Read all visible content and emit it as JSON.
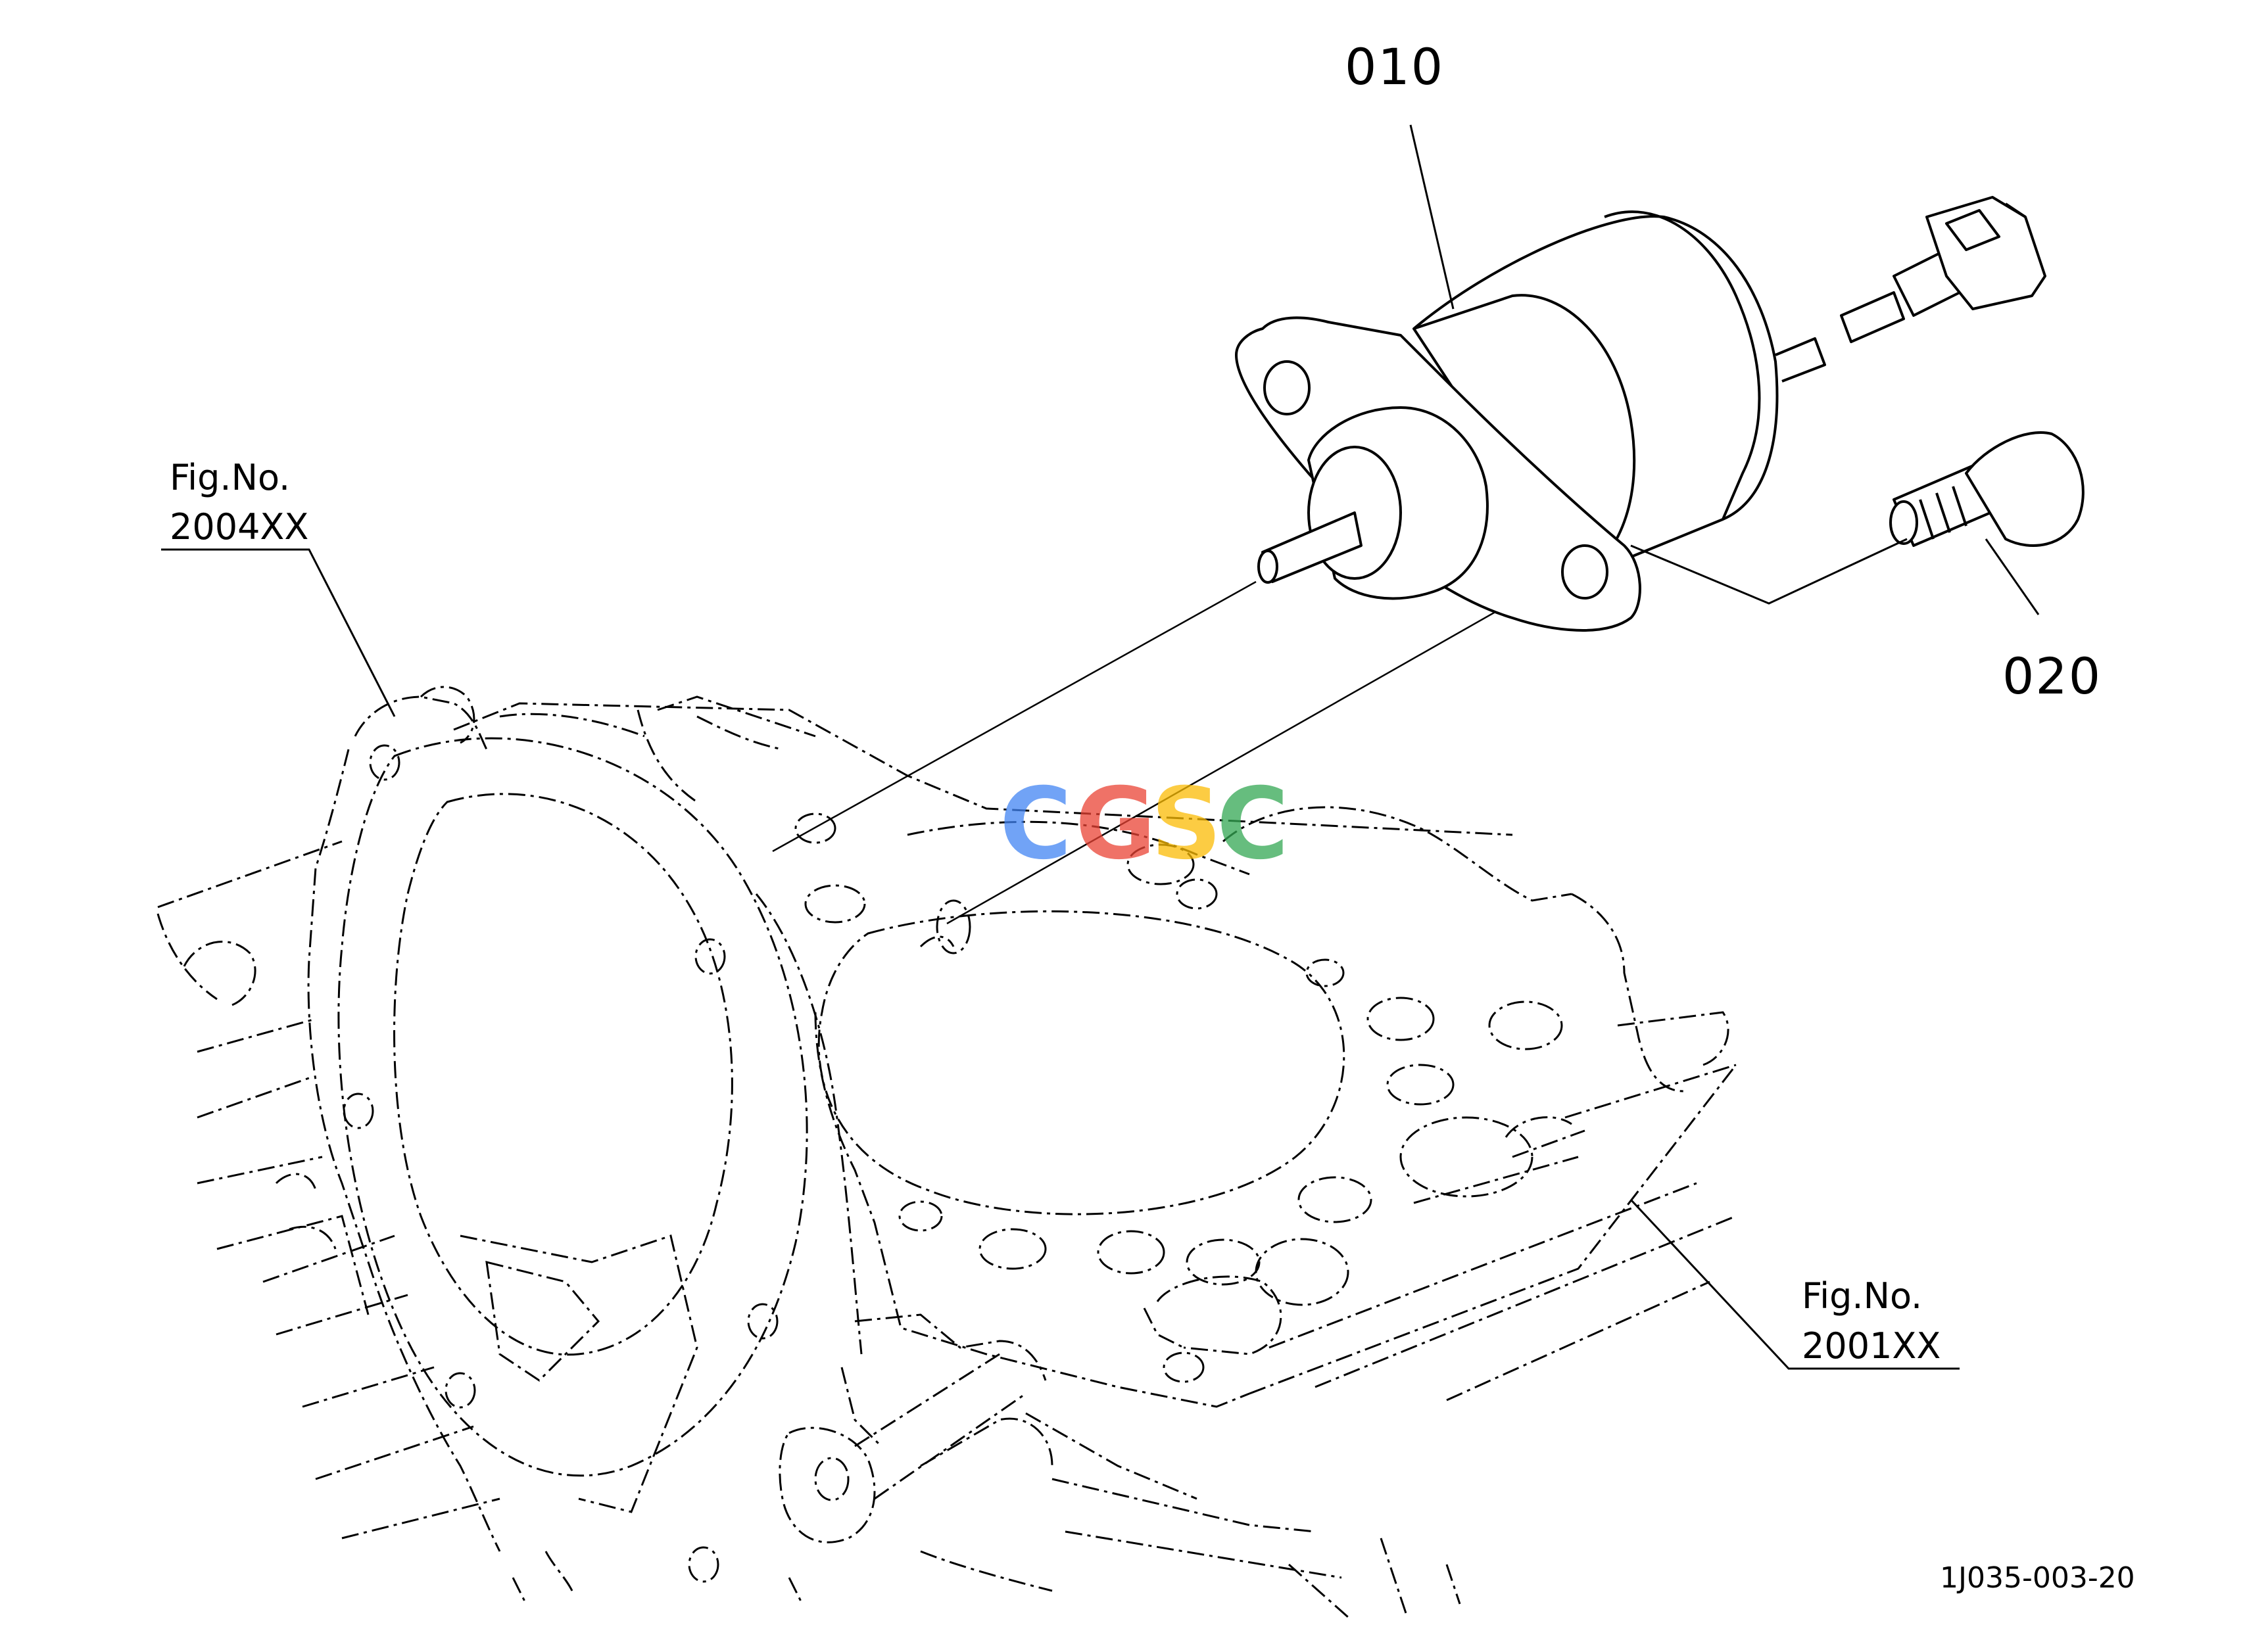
{
  "callouts": {
    "part_010": "010",
    "part_020": "020"
  },
  "figure_refs": {
    "ref_2004": {
      "line1": "Fig.No.",
      "line2": "2004XX"
    },
    "ref_2001": {
      "line1": "Fig.No.",
      "line2": "2001XX"
    }
  },
  "drawing_code": "1J035-003-20",
  "watermark": {
    "letters": [
      "C",
      "G",
      "S",
      "C"
    ],
    "colors": [
      "#4285F4",
      "#EA4335",
      "#FBBC05",
      "#34A853"
    ]
  }
}
